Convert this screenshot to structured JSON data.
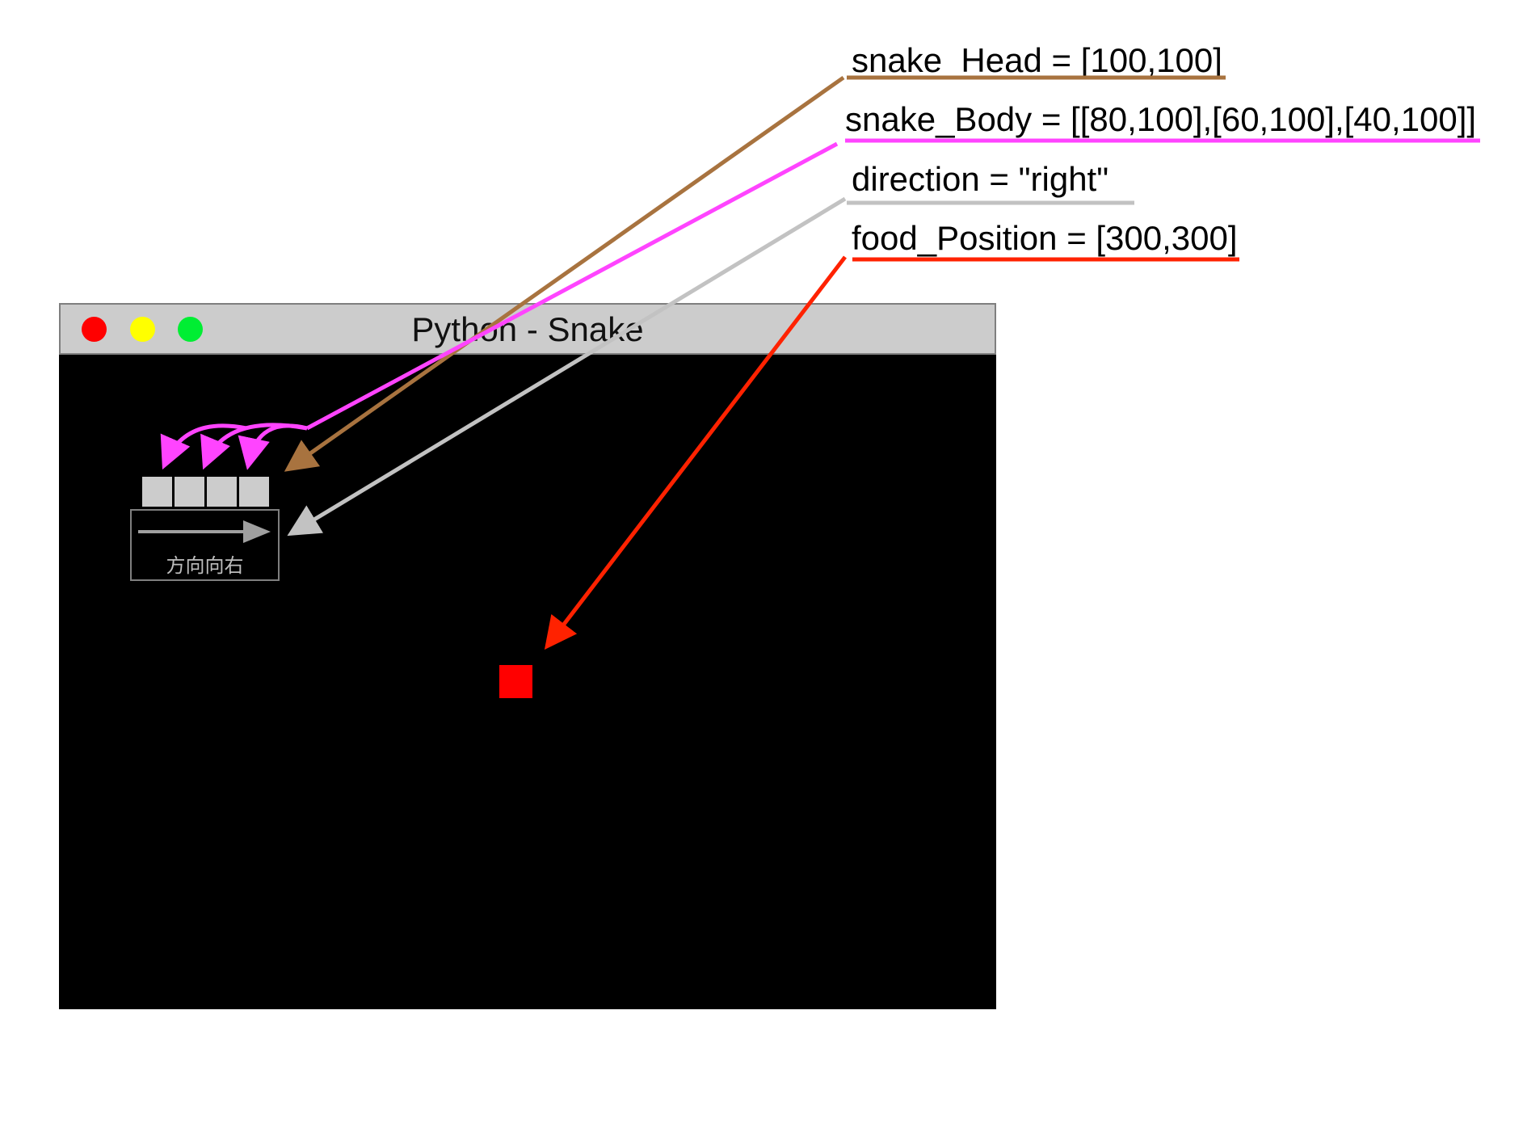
{
  "window": {
    "title": "Python - Snake",
    "buttons": [
      {
        "name": "close",
        "color": "#ff0000"
      },
      {
        "name": "minimize",
        "color": "#ffff00"
      },
      {
        "name": "maximize",
        "color": "#00ee33"
      }
    ]
  },
  "snake": {
    "segment_color": "#cccccc",
    "segment_count": 4,
    "direction_box_label": "方向向右"
  },
  "food": {
    "color": "#ff0000"
  },
  "annotations": [
    {
      "id": "head",
      "text": "snake_Head = [100,100]",
      "color": "#a8733f"
    },
    {
      "id": "body",
      "text": "snake_Body = [[80,100],[60,100],[40,100]]",
      "color": "#ff44ff"
    },
    {
      "id": "direction",
      "text": "direction = \"right\"",
      "color": "#c2c2c2"
    },
    {
      "id": "food",
      "text": "food_Position = [300,300]",
      "color": "#ff2200"
    }
  ]
}
